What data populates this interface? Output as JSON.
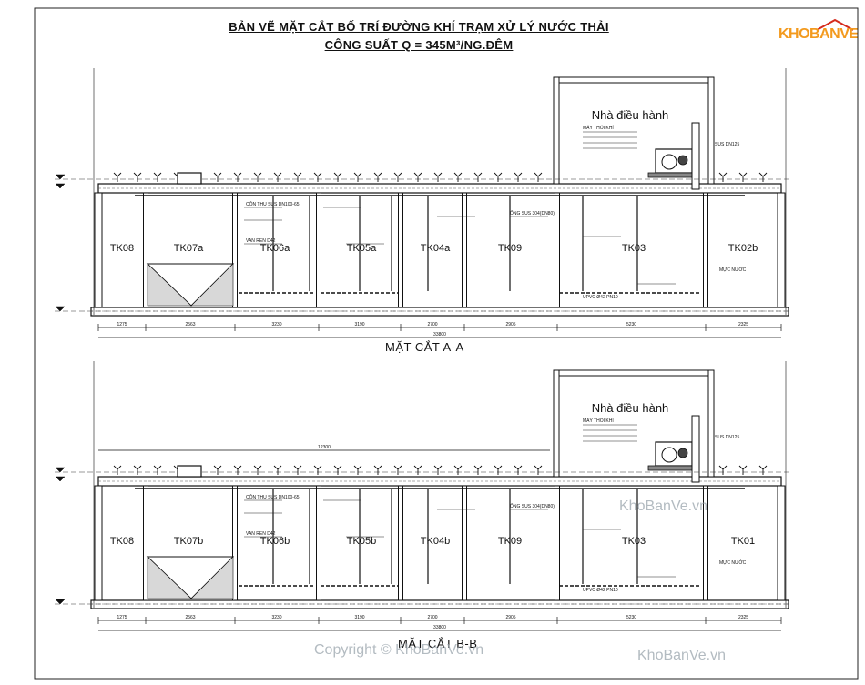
{
  "title_line1": "BẢN VẼ MẶT CẮT BỐ TRÍ ĐƯỜNG KHÍ TRẠM XỬ LÝ NƯỚC THẢI",
  "title_line2": "CÔNG SUẤT Q = 345M³/NG.ĐÊM",
  "logo": "KHOBANVE",
  "section_a": {
    "caption": "MẶT CẮT A-A",
    "tanks": [
      "TK08",
      "TK07a",
      "TK06a",
      "TK05a",
      "TK04a",
      "TK09",
      "TK03",
      "TK02b"
    ],
    "building": "Nhà điều hành",
    "total_dim": "33800",
    "dims": [
      "1275",
      "2563",
      "3230",
      "3190",
      "2700",
      "2905",
      "5230",
      "2325"
    ]
  },
  "section_b": {
    "caption": "MẶT CẮT B-B",
    "tanks": [
      "TK08",
      "TK07b",
      "TK06b",
      "TK05b",
      "TK04b",
      "TK09",
      "TK03",
      "TK01"
    ],
    "building": "Nhà điều hành",
    "total_dim": "33800",
    "top_dim": "12300",
    "dims": [
      "1275",
      "2563",
      "3230",
      "3190",
      "2700",
      "2905",
      "5230",
      "2325"
    ]
  },
  "labels": {
    "collector": "CÔN THU SUS DN100-65",
    "valve": "VAN REN D42",
    "pipe_main": "SUS DN125",
    "pipe_tee": "ỐNG SUS 304(DN80)",
    "pipe_upvc": "UPVC Ø42 PN10",
    "blower": "MÁY THỔI KHÍ",
    "water_level": "MỰC NƯỚC"
  },
  "watermarks": [
    "KhoBanVe.vn",
    "Copyright © KhoBanVe.vn",
    "KhoBanVe.vn"
  ]
}
